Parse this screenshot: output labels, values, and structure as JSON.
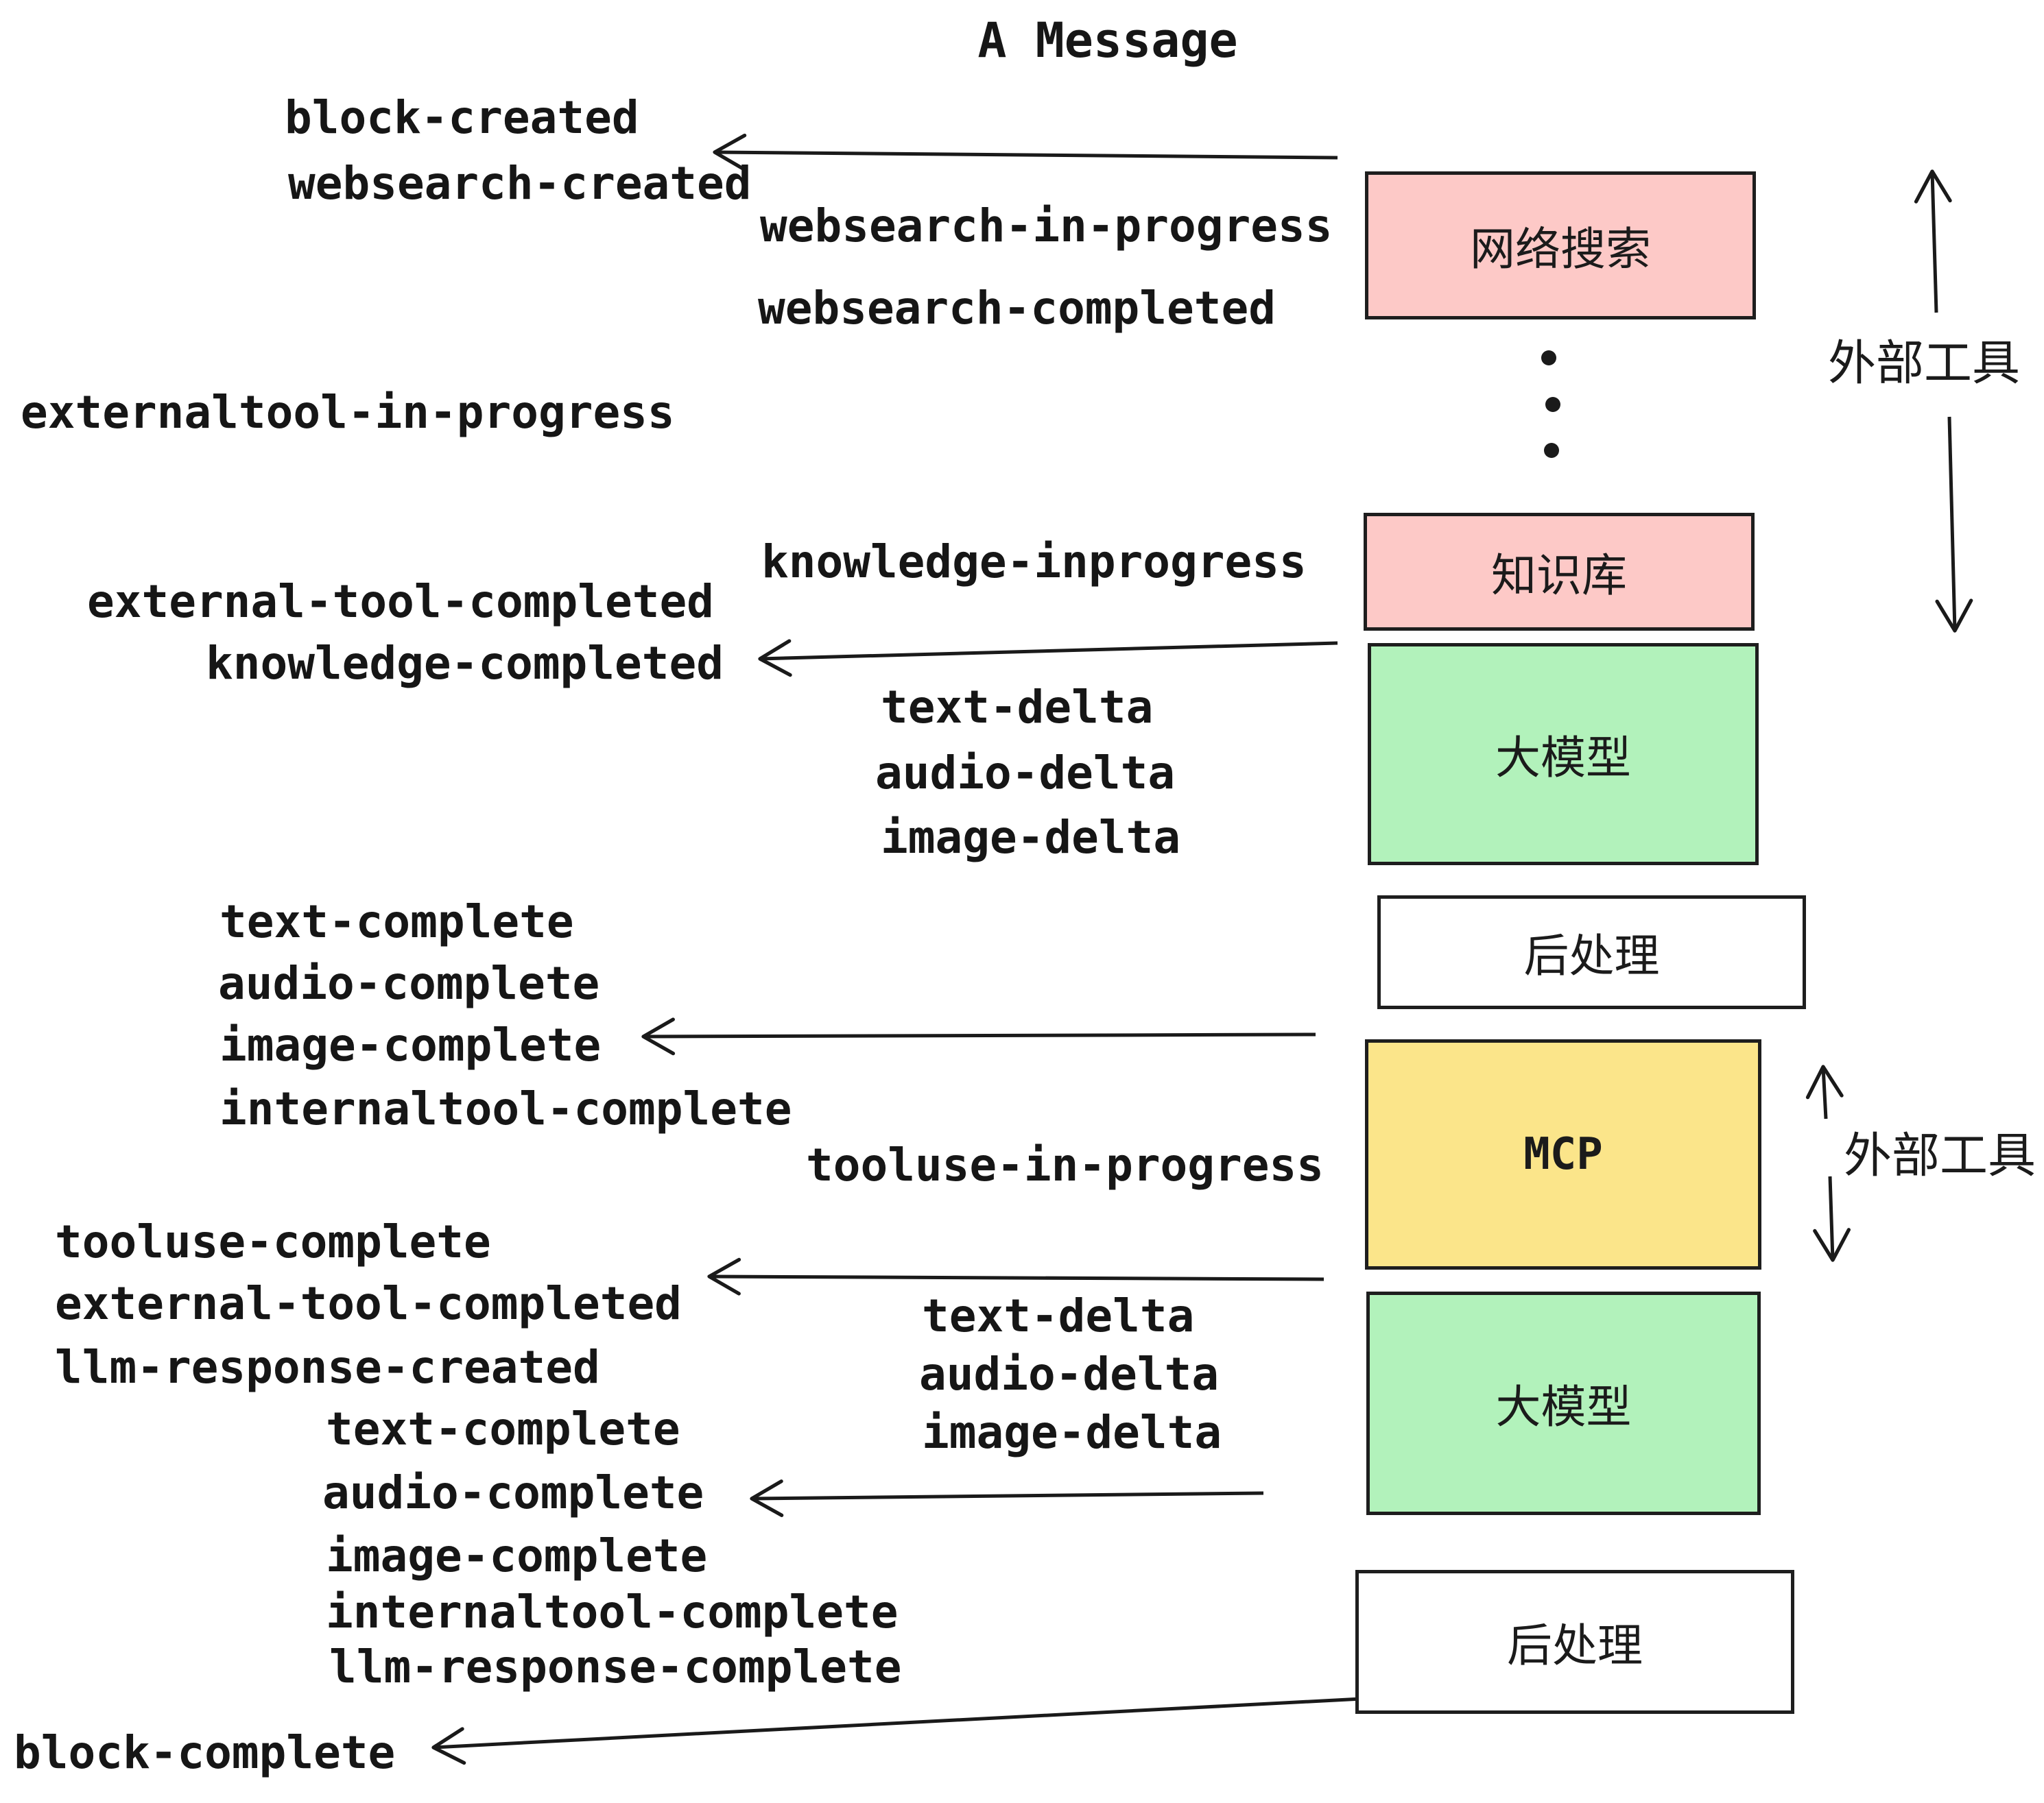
{
  "title": "A Message",
  "colors": {
    "background": "#ffffff",
    "stroke": "#1e1e1e",
    "box_pink": "#fdc9c7",
    "box_green": "#b2f2bb",
    "box_yellow": "#fbe58a",
    "box_white": "#ffffff",
    "text": "#161616"
  },
  "boxes": [
    {
      "id": "websearch",
      "label": "网络搜索",
      "color": "pink"
    },
    {
      "id": "knowledge",
      "label": "知识库",
      "color": "pink"
    },
    {
      "id": "llm-1",
      "label": "大模型",
      "color": "green"
    },
    {
      "id": "postprocess-1",
      "label": "后处理",
      "color": "white"
    },
    {
      "id": "mcp",
      "label": "MCP",
      "color": "yellow"
    },
    {
      "id": "llm-2",
      "label": "大模型",
      "color": "green"
    },
    {
      "id": "postprocess-2",
      "label": "后处理",
      "color": "white"
    }
  ],
  "annotations": {
    "external_tools_top": "外部工具",
    "external_tools_mid": "外部工具"
  },
  "events": [
    {
      "id": "block-created",
      "text": "block-created"
    },
    {
      "id": "websearch-created",
      "text": "websearch-created"
    },
    {
      "id": "websearch-in-progress",
      "text": "websearch-in-progress"
    },
    {
      "id": "websearch-completed",
      "text": "websearch-completed"
    },
    {
      "id": "externaltool-in-progress",
      "text": "externaltool-in-progress"
    },
    {
      "id": "knowledge-inprogress",
      "text": "knowledge-inprogress"
    },
    {
      "id": "external-tool-completed-1",
      "text": "external-tool-completed"
    },
    {
      "id": "knowledge-completed",
      "text": "knowledge-completed"
    },
    {
      "id": "text-delta-1",
      "text": "text-delta"
    },
    {
      "id": "audio-delta-1",
      "text": "audio-delta"
    },
    {
      "id": "image-delta-1",
      "text": "image-delta"
    },
    {
      "id": "text-complete-1",
      "text": "text-complete"
    },
    {
      "id": "audio-complete-1",
      "text": "audio-complete"
    },
    {
      "id": "image-complete-1",
      "text": "image-complete"
    },
    {
      "id": "internaltool-complete-1",
      "text": "internaltool-complete"
    },
    {
      "id": "tooluse-in-progress",
      "text": "tooluse-in-progress"
    },
    {
      "id": "tooluse-complete",
      "text": "tooluse-complete"
    },
    {
      "id": "external-tool-completed-2",
      "text": "external-tool-completed"
    },
    {
      "id": "llm-response-created",
      "text": "llm-response-created"
    },
    {
      "id": "text-delta-2",
      "text": "text-delta"
    },
    {
      "id": "audio-delta-2",
      "text": "audio-delta"
    },
    {
      "id": "image-delta-2",
      "text": "image-delta"
    },
    {
      "id": "text-complete-2",
      "text": "text-complete"
    },
    {
      "id": "audio-complete-2",
      "text": "audio-complete"
    },
    {
      "id": "image-complete-2",
      "text": "image-complete"
    },
    {
      "id": "internaltool-complete-2",
      "text": "internaltool-complete"
    },
    {
      "id": "llm-response-complete",
      "text": "llm-response-complete"
    },
    {
      "id": "block-complete",
      "text": "block-complete"
    }
  ]
}
